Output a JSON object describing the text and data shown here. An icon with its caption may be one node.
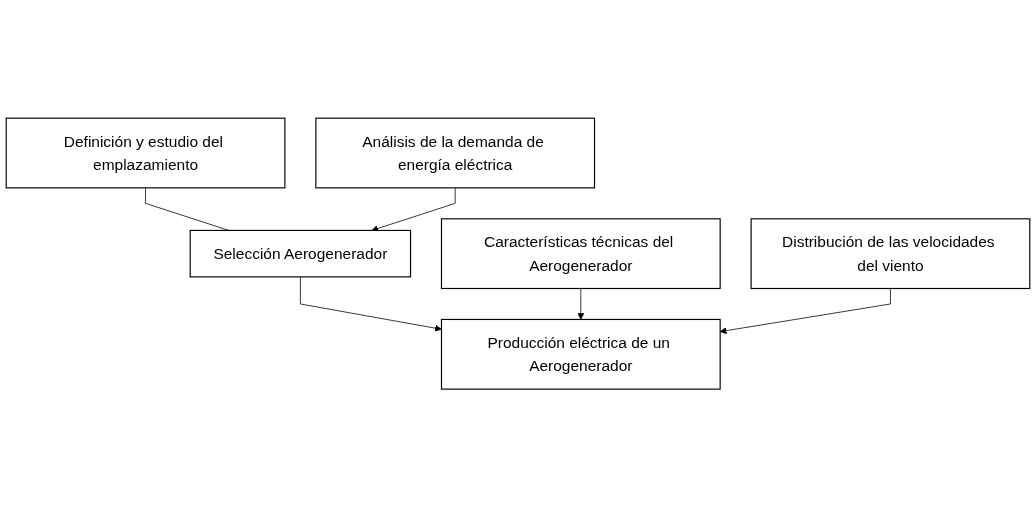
{
  "diagram": {
    "nodes": [
      {
        "text": [
          "Definición y estudio del emplazamiento"
        ]
      },
      {
        "text": [
          "Análisis de la demanda de energía eléctrica"
        ]
      },
      {
        "text": [
          "Selección Aerogenerador"
        ]
      },
      {
        "text": [
          "Características técnicas del Aerogenerador"
        ]
      },
      {
        "text": [
          "Distribución de las velocidades del viento"
        ]
      },
      {
        "text": [
          "Producción eléctrica de un Aerogenerador"
        ]
      }
    ],
    "edges": [
      {
        "from": 0,
        "to": 2,
        "arrow": "none"
      },
      {
        "from": 1,
        "to": 2,
        "arrow": "to"
      },
      {
        "from": 2,
        "to": 5,
        "arrow": "to"
      },
      {
        "from": 3,
        "to": 5,
        "arrow": "to"
      },
      {
        "from": 4,
        "to": 5,
        "arrow": "to"
      }
    ]
  }
}
